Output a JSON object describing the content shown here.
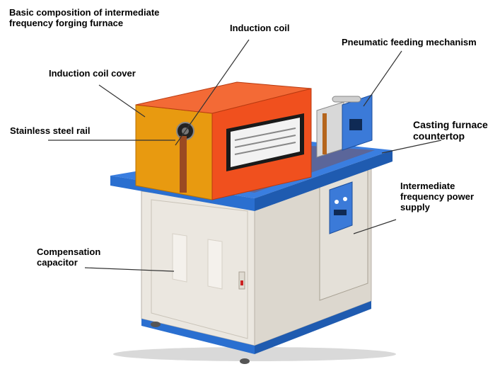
{
  "title": "Basic composition of intermediate\nfrequency forging furnace",
  "labels": {
    "induction_coil": "Induction coil",
    "pneumatic_feeding": "Pneumatic feeding mechanism",
    "induction_coil_cover": "Induction coil cover",
    "casting_countertop": "Casting furnace\ncountertop",
    "stainless_steel_rail": "Stainless steel rail",
    "if_power_supply": "Intermediate\nfrequency power\nsupply",
    "compensation_capacitor": "Compensation\ncapacitor"
  },
  "colors": {
    "housing_orange": "#f0501e",
    "cover_yellow": "#e89a10",
    "counter_blue": "#2a6fd0",
    "cabinet_beige": "#ebe7e0",
    "leader_line": "#333333"
  }
}
